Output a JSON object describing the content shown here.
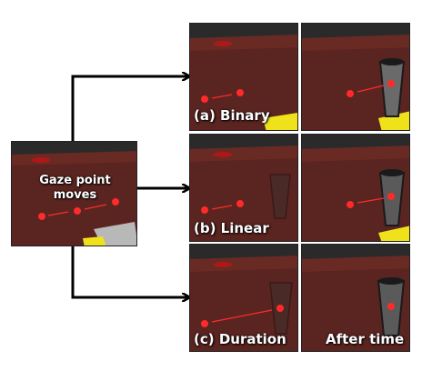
{
  "source": {
    "line1": "Gaze point",
    "line2": "moves"
  },
  "rows": [
    {
      "id": "binary",
      "label": "(a) Binary"
    },
    {
      "id": "linear",
      "label": "(b) Linear"
    },
    {
      "id": "duration",
      "label": "(c) Duration"
    }
  ],
  "column_label": "After time",
  "colors": {
    "gaze": "#ff2a2a",
    "background": "#5a2420",
    "arrow": "#000000"
  }
}
